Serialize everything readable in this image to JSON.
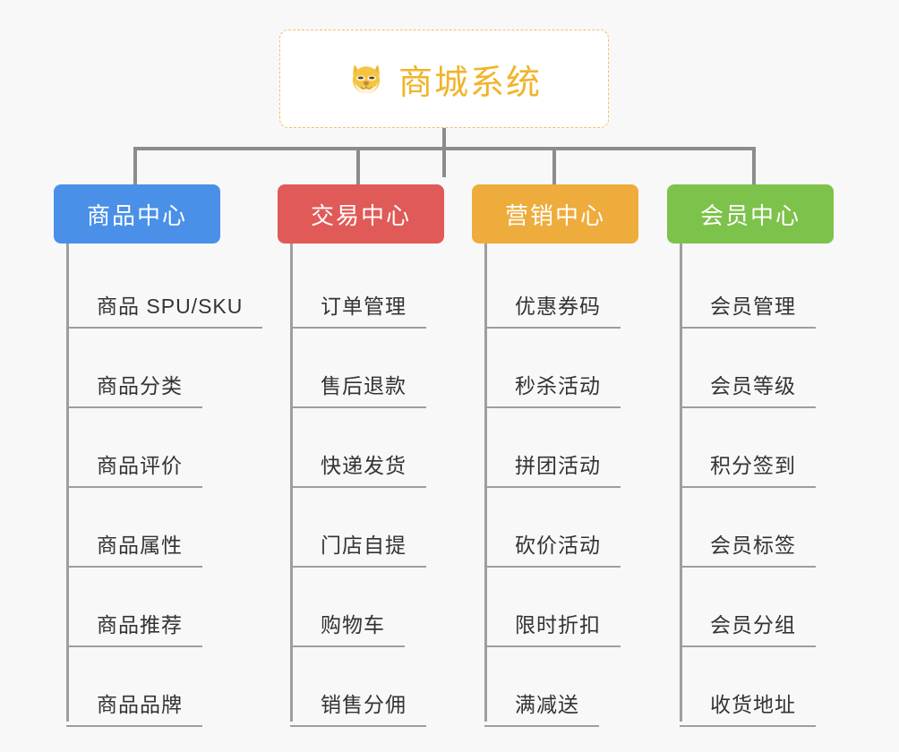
{
  "background_color": "#f8f8f8",
  "root": {
    "icon": "dog-face-icon",
    "title": "商城系统",
    "border_color": "#f0c068",
    "text_color": "#f0b429"
  },
  "columns": [
    {
      "id": "product-center",
      "label": "商品中心",
      "color": "#4a90e8",
      "items": [
        "商品 SPU/SKU",
        "商品分类",
        "商品评价",
        "商品属性",
        "商品推荐",
        "商品品牌"
      ]
    },
    {
      "id": "trade-center",
      "label": "交易中心",
      "color": "#e05a58",
      "items": [
        "订单管理",
        "售后退款",
        "快递发货",
        "门店自提",
        "购物车",
        "销售分佣"
      ]
    },
    {
      "id": "marketing-center",
      "label": "营销中心",
      "color": "#eeac3c",
      "items": [
        "优惠券码",
        "秒杀活动",
        "拼团活动",
        "砍价活动",
        "限时折扣",
        "满减送"
      ]
    },
    {
      "id": "member-center",
      "label": "会员中心",
      "color": "#7dc24b",
      "items": [
        "会员管理",
        "会员等级",
        "积分签到",
        "会员标签",
        "会员分组",
        "收货地址"
      ]
    }
  ],
  "connector_color": "#8c8c8c",
  "spine_color": "#9e9e9e"
}
